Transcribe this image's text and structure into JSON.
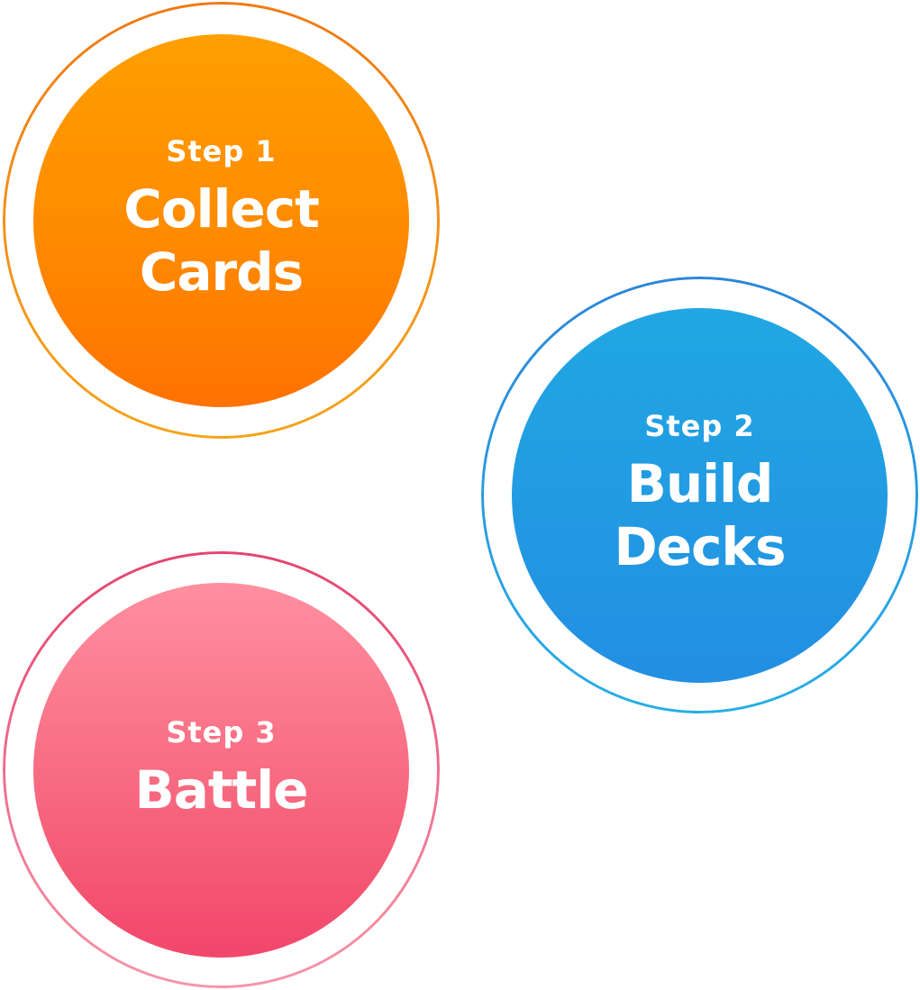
{
  "steps": [
    {
      "label": "Step 1",
      "title_lines": [
        "Collect",
        "Cards"
      ],
      "color_top": "#ff9f00",
      "color_bottom": "#ff7200",
      "ring_color": "#f07a14"
    },
    {
      "label": "Step 2",
      "title_lines": [
        "Build",
        "Decks"
      ],
      "color_top": "#21a7e3",
      "color_bottom": "#228fe2",
      "ring_color": "#2b86da"
    },
    {
      "label": "Step 3",
      "title_lines": [
        "Battle"
      ],
      "color_top": "#ff8fa0",
      "color_bottom": "#f2466a",
      "ring_color": "#e4456e"
    }
  ]
}
